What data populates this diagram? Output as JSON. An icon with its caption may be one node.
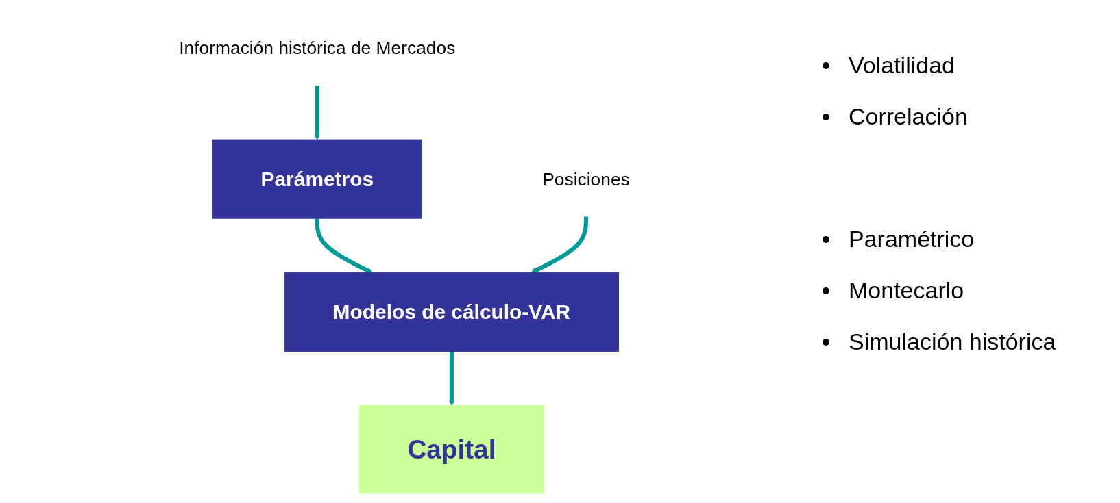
{
  "diagram": {
    "nodes": [
      {
        "text": [
          "Información histórica de Mercados"
        ]
      },
      {
        "text": [
          "Parámetros"
        ]
      },
      {
        "text": [
          "Posiciones"
        ]
      },
      {
        "text": [
          "Modelos de cálculo-VAR"
        ]
      },
      {
        "text": [
          "Capital"
        ]
      }
    ],
    "edges": [
      {
        "from": 0,
        "to": 1,
        "arrow": "to"
      },
      {
        "from": 1,
        "to": 3,
        "arrow": "to"
      },
      {
        "from": 2,
        "to": 3,
        "arrow": "to"
      },
      {
        "from": 3,
        "to": 4,
        "arrow": "to"
      }
    ],
    "labels": [
      "Volatilidad",
      "Correlación",
      "Paramétrico",
      "Montecarlo",
      "Simulación histórica"
    ]
  }
}
